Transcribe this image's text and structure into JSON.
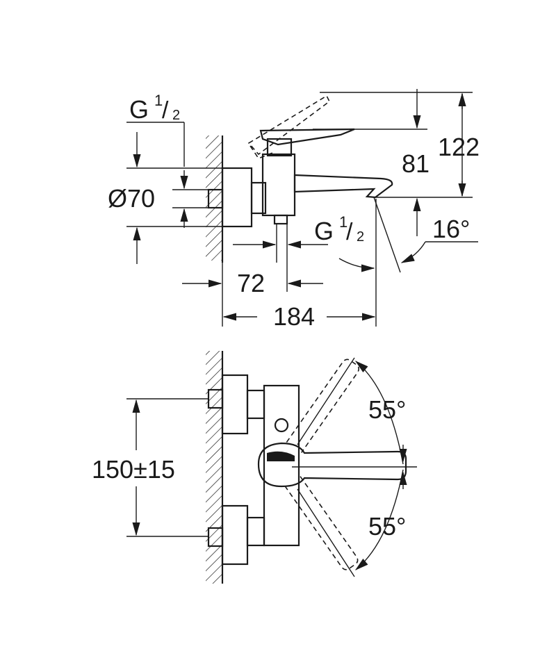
{
  "side_view": {
    "inlet_thread": {
      "prefix": "G",
      "num": "1",
      "den": "2"
    },
    "outlet_thread": {
      "prefix": "G",
      "num": "1",
      "den": "2"
    },
    "escutcheon_diameter": "Ø70",
    "depth_outlet": "72",
    "total_depth": "184",
    "height_lever": "81",
    "height_total": "122",
    "spout_angle": "16°"
  },
  "top_view": {
    "centers": "150±15",
    "lever_angle_up": "55°",
    "lever_angle_down": "55°"
  }
}
